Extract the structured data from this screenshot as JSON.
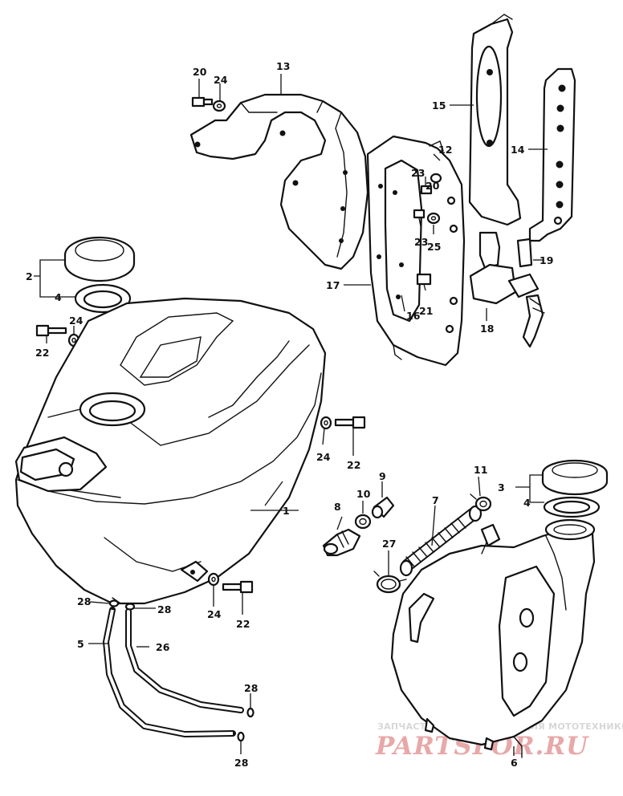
{
  "watermark": {
    "caption": "ЗАПЧАСТИ И АКСЕССУАРЫ ДЛЯ МОТОТЕХНИКИ",
    "site": "PARTSFOR.RU",
    "color": "#e8a8a8"
  },
  "callouts": {
    "c1": "1",
    "c2": "2",
    "c3": "3",
    "c4a": "4",
    "c4b": "4",
    "c5": "5",
    "c6": "6",
    "c7": "7",
    "c8": "8",
    "c9": "9",
    "c10": "10",
    "c11": "11",
    "c12": "12",
    "c13": "13",
    "c14": "14",
    "c15": "15",
    "c16": "16",
    "c17": "17",
    "c18": "18",
    "c19": "19",
    "c20a": "20",
    "c20b": "20",
    "c21": "21",
    "c22a": "22",
    "c22b": "22",
    "c22c": "22",
    "c23a": "23",
    "c23b": "23",
    "c24a": "24",
    "c24b": "24",
    "c24c": "24",
    "c24d": "24",
    "c25": "25",
    "c26": "26",
    "c27": "27",
    "c28a": "28",
    "c28b": "28",
    "c28c": "28",
    "c28d": "28"
  }
}
